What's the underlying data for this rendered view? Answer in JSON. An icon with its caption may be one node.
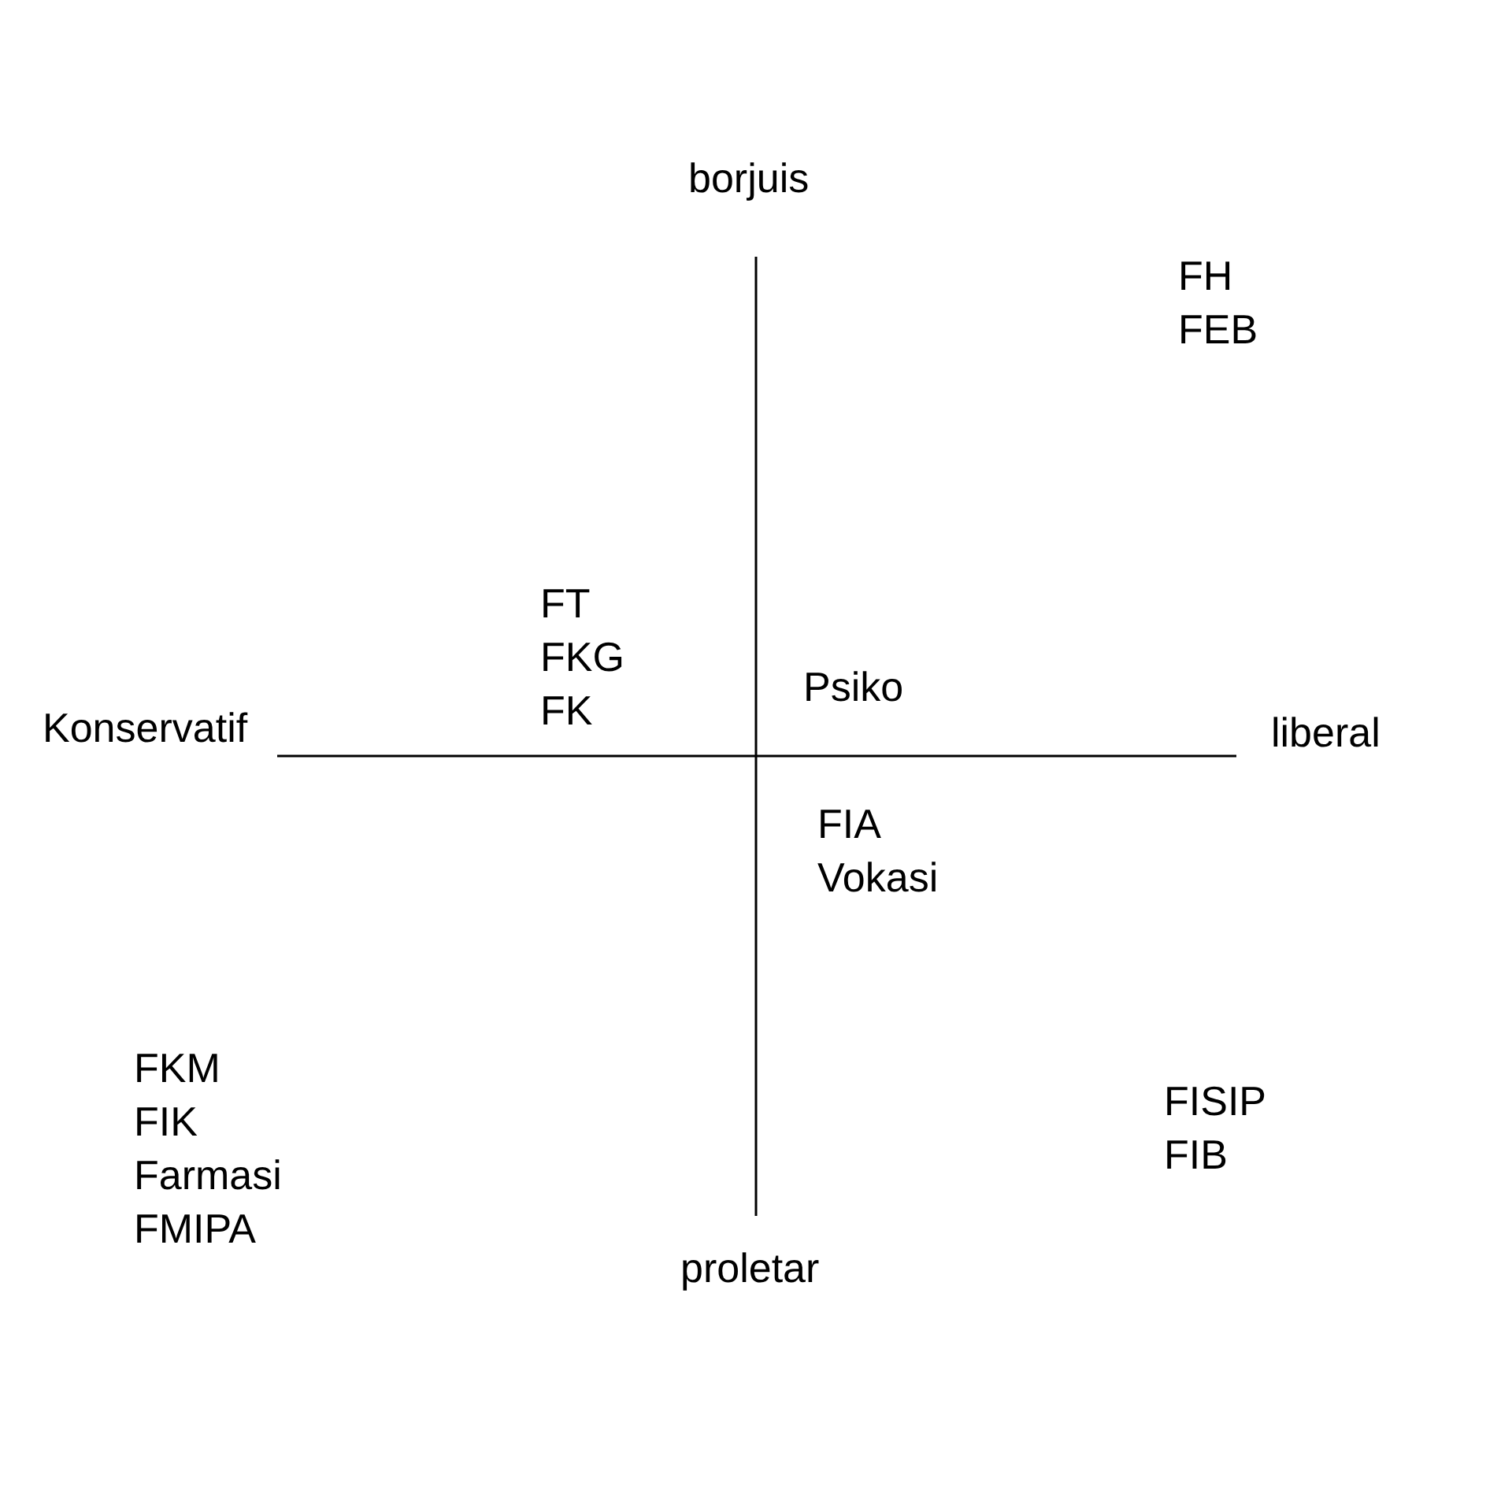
{
  "diagram": {
    "labels": [
      "borjuis",
      "FH",
      "FEB",
      "FT",
      "FKG",
      "FK",
      "Psiko",
      "Konservatif",
      "liberal",
      "FIA",
      "Vokasi",
      "FKM",
      "FIK",
      "Farmasi",
      "FMIPA",
      "FISIP",
      "FIB",
      "proletar"
    ]
  }
}
